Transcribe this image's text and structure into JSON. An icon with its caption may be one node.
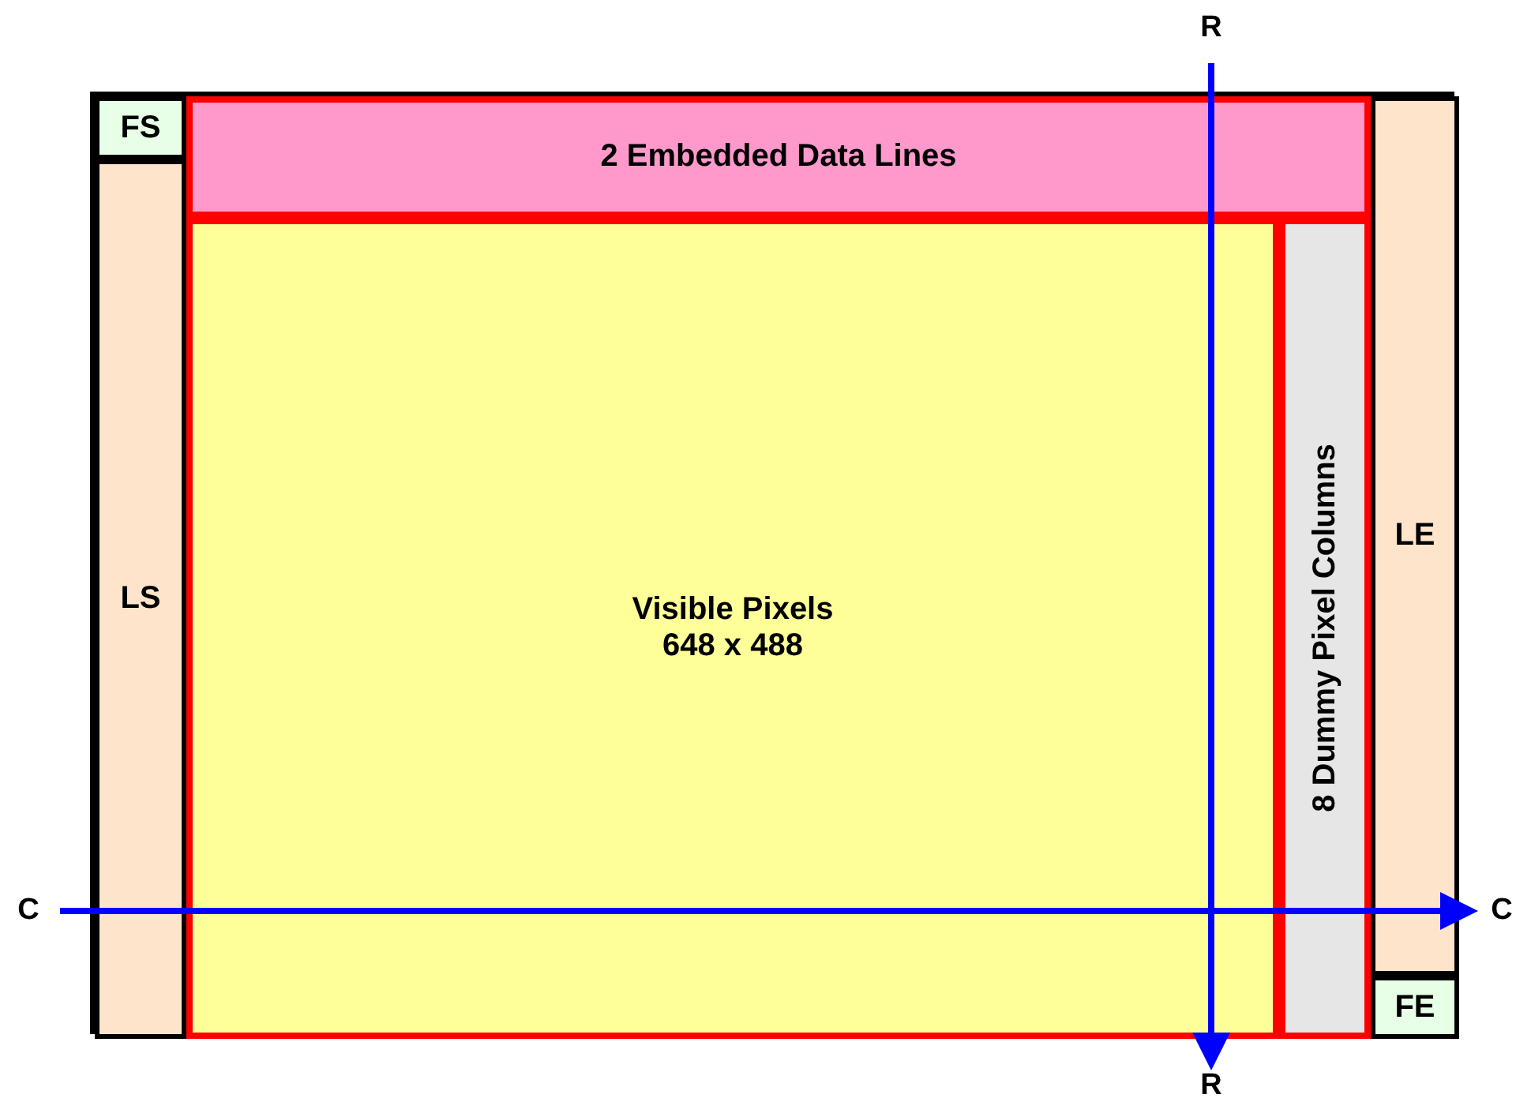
{
  "diagram": {
    "nodes": [
      {
        "text": [],
        "shape": "box"
      },
      {
        "text": [
          "FS"
        ],
        "in": 0
      },
      {
        "text": [
          "2 Embedded Data Lines"
        ],
        "in": 0
      },
      {
        "text": [
          "LS"
        ],
        "in": 0
      },
      {
        "text": [
          "Visible Pixels",
          "648 x 488"
        ],
        "in": 0
      },
      {
        "text": [
          "8 Dummy Pixel Columns"
        ],
        "in": 0
      },
      {
        "text": [
          "LE"
        ],
        "in": 0
      },
      {
        "text": [
          "FE"
        ],
        "in": 0
      }
    ],
    "edges": [],
    "labels": [
      "R",
      "C",
      "C",
      "R"
    ]
  }
}
